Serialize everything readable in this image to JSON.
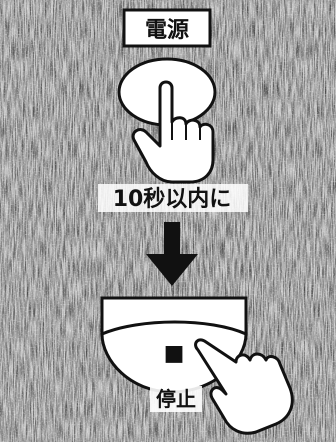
{
  "diagram": {
    "power_label": "電源",
    "instruction_text": "10秒以内に",
    "stop_label": "停止",
    "stop_symbol": "■",
    "colors": {
      "background_noise": "#8f8f8f",
      "panel": "#ffffff",
      "ink": "#111111"
    },
    "icons": {
      "press_power": "pointing-hand-icon",
      "direction": "arrow-down-icon",
      "press_stop": "pointing-hand-icon"
    }
  }
}
